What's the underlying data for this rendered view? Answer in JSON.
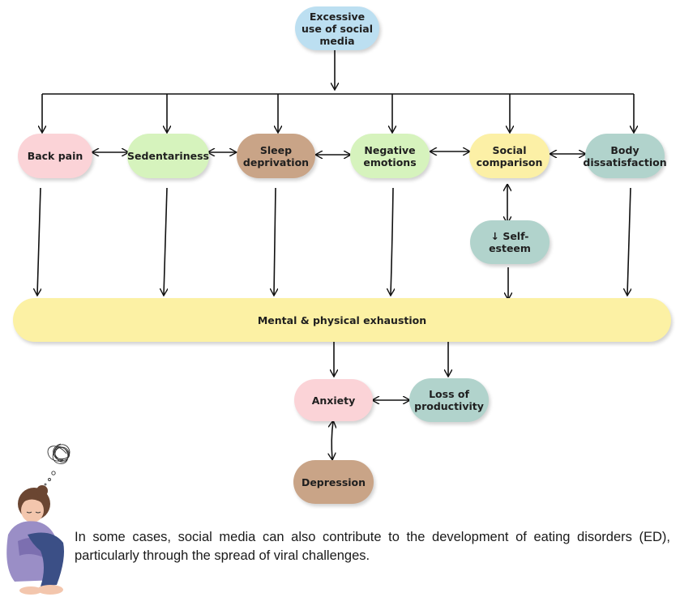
{
  "nodes": {
    "top": "Excessive use of social media",
    "back_pain": "Back pain",
    "sedentariness": "Sedentariness",
    "sleep": "Sleep deprivation",
    "negative": "Negative emotions",
    "social": "Social comparison",
    "body": "Body dissatisfaction",
    "self_esteem": "↓ Self-esteem",
    "exhaustion": "Mental & physical exhaustion",
    "anxiety": "Anxiety",
    "loss": "Loss of productivity",
    "depression": "Depression"
  },
  "caption": "In some cases, social media can also contribute to the development of eating disorders (ED), particularly through the spread of viral challenges.",
  "colors": {
    "pink": "#fbd3d7",
    "green": "#d6f3bd",
    "brown": "#c9a487",
    "yellow": "#fcf0a6",
    "teal": "#b1d3cc",
    "blue": "#bcdff1"
  },
  "illustration": "sad-person-with-scribble-thought-icon"
}
